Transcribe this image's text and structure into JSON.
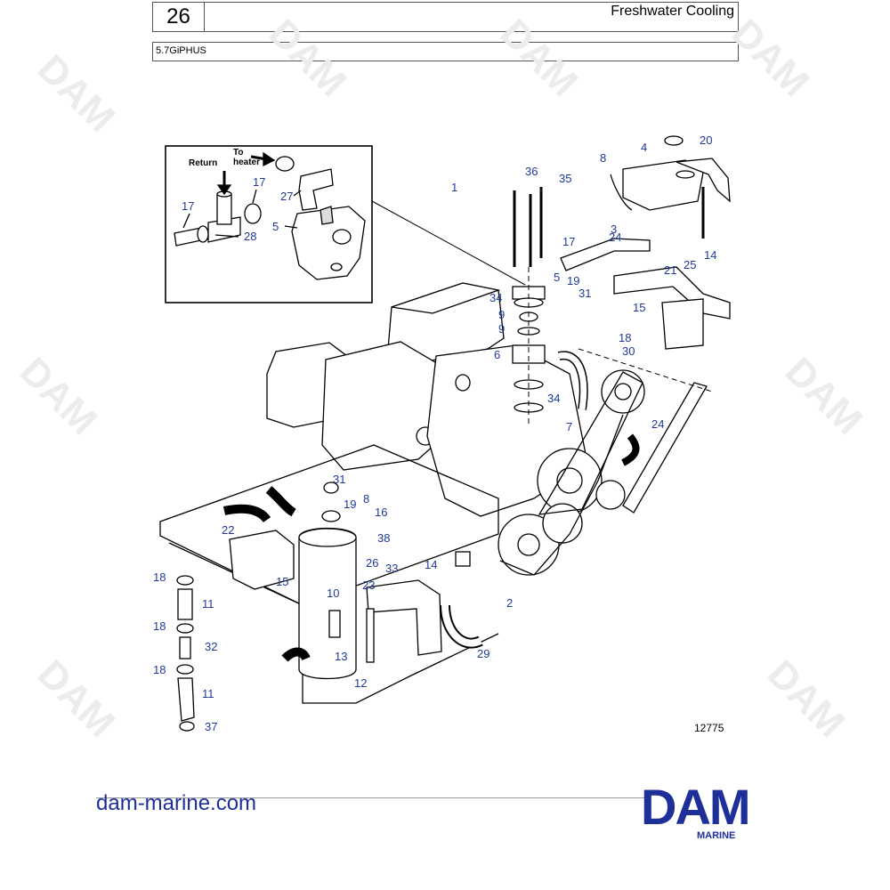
{
  "header": {
    "page_number": "26",
    "title": "Freshwater Cooling",
    "model": "5.7GiPHUS"
  },
  "watermark": {
    "text": "DAM"
  },
  "inset": {
    "return_label": "Return",
    "heater_label_1": "To",
    "heater_label_2": "heater",
    "callouts": [
      "17",
      "17",
      "27",
      "28",
      "5"
    ]
  },
  "callouts": [
    "1",
    "36",
    "35",
    "8",
    "4",
    "20",
    "3",
    "17",
    "24",
    "14",
    "25",
    "21",
    "15",
    "5",
    "19",
    "31",
    "34",
    "9",
    "9",
    "18",
    "30",
    "6",
    "34",
    "7",
    "24",
    "31",
    "19",
    "8",
    "16",
    "38",
    "22",
    "15",
    "26",
    "33",
    "14",
    "23",
    "10",
    "13",
    "12",
    "2",
    "29",
    "18",
    "11",
    "18",
    "32",
    "18",
    "11",
    "37"
  ],
  "figure_number": "12775",
  "footer": {
    "website": "dam-marine.com",
    "logo_text": "DAM",
    "logo_sub": "MARINE"
  },
  "colors": {
    "callout": "#1f3a9a",
    "brand": "#1f2f9a",
    "line": "#000000"
  }
}
